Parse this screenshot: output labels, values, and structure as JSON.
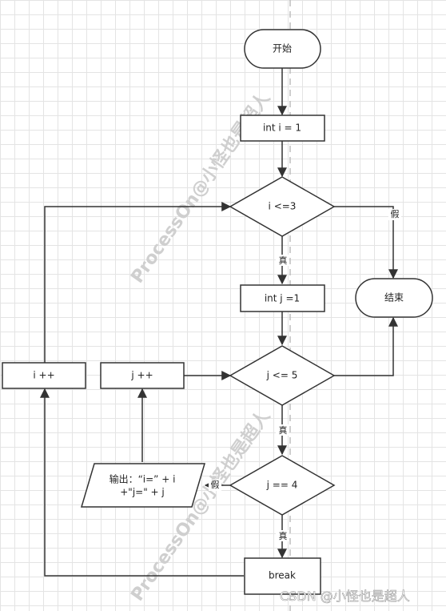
{
  "nodes": {
    "start": "开始",
    "init_i": "int i = 1",
    "cond_i": "i <=3",
    "init_j": "int j =1",
    "end": "结束",
    "cond_j": "j <= 5",
    "inc_j": "j ++",
    "inc_i": "i ++",
    "cond_j4": "j == 4",
    "output_line1": "输出：“i=” + i",
    "output_line2": "+\"j=\" + j",
    "break": "break"
  },
  "edge_labels": {
    "cond_i_true": "真",
    "cond_i_false": "假",
    "cond_j_true": "真",
    "cond_j4_true": "真",
    "cond_j4_false": "假"
  },
  "watermark": "ProcessOn@小怪也是超人",
  "credit": "CSDN @小怪也是超人",
  "colors": {
    "stroke": "#333333",
    "fill": "#ffffff",
    "grid": "#e4e4e4"
  }
}
